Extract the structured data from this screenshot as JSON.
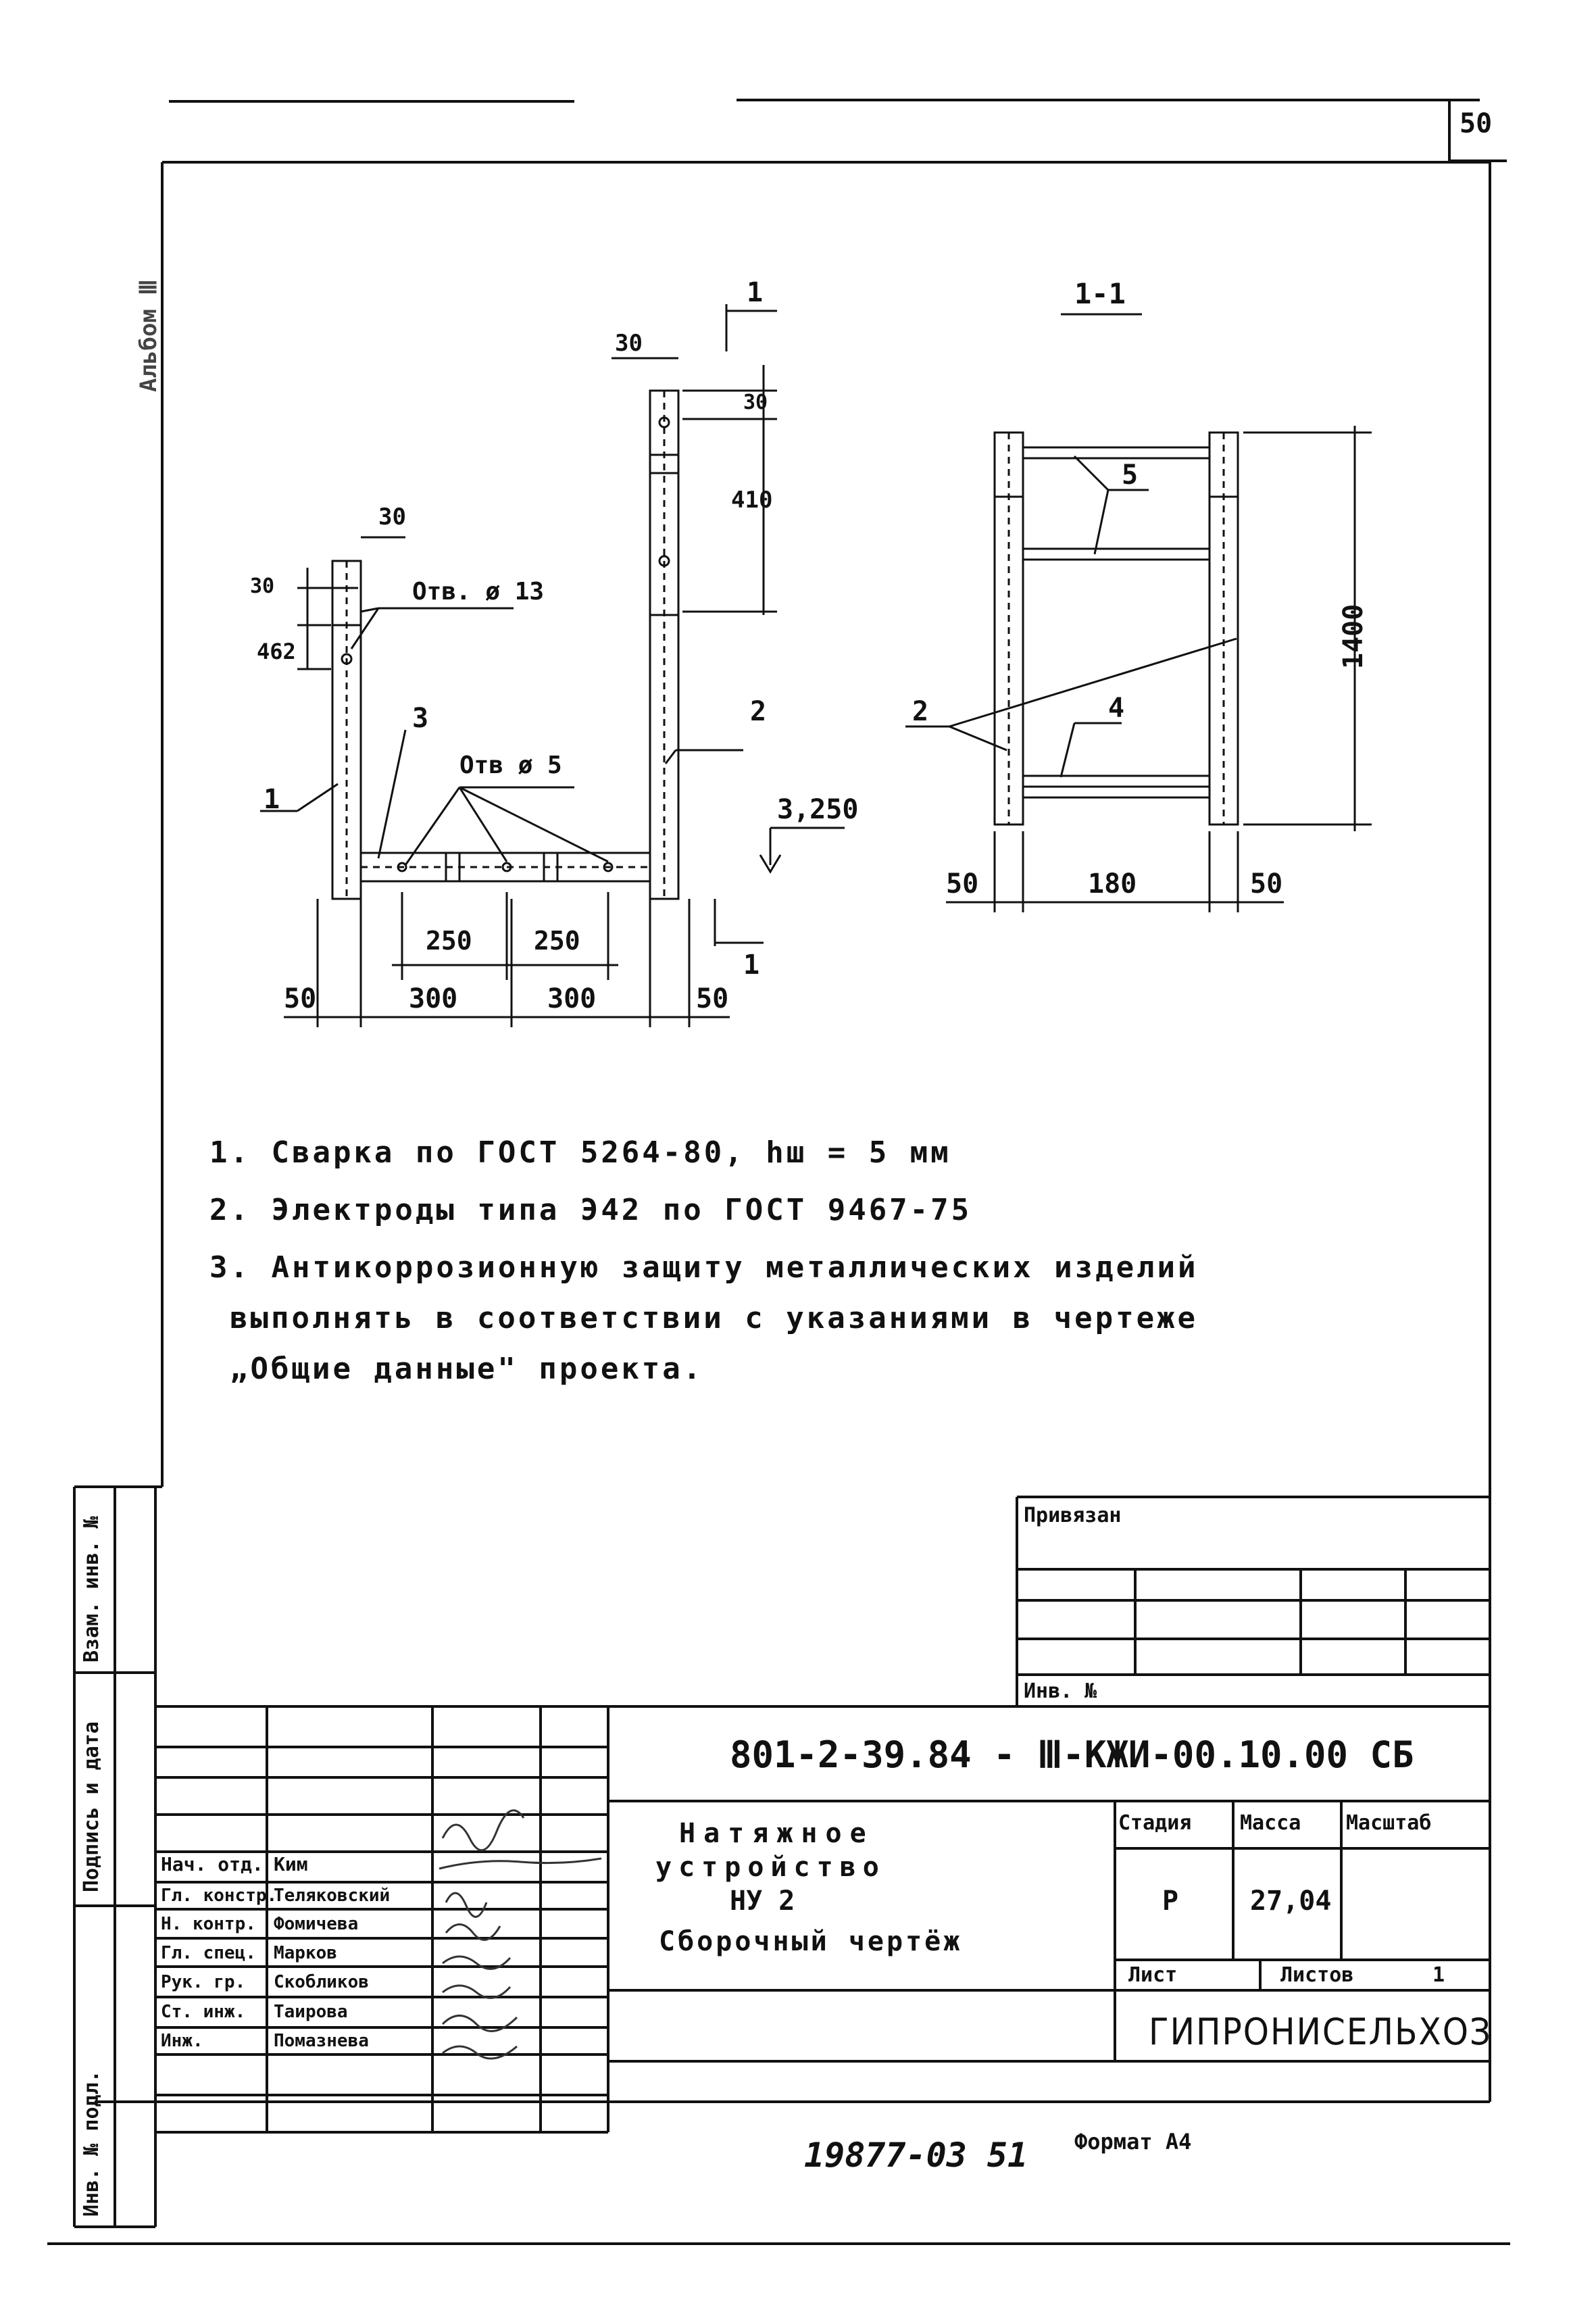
{
  "sheet_number": "50",
  "album_mark": "Альбом Ⅲ",
  "section_label": "1-1",
  "left_view": {
    "dims": {
      "top_col_width": "30",
      "top_col_offset": "30",
      "top_col_height": "410",
      "left_col_width": "30",
      "left_col_offset": "30",
      "left_col_height": "462",
      "spacing_1": "250",
      "spacing_2": "250",
      "bay_1": "300",
      "bay_2": "300",
      "edge_left": "50",
      "edge_right": "50",
      "elevation": "3,250"
    },
    "callouts": {
      "hole_13": "Отв. ø 13",
      "hole_5": "Отв ø 5",
      "pos_1": "1",
      "pos_2": "2",
      "pos_3": "3",
      "cut_top": "1",
      "cut_bottom": "1"
    }
  },
  "right_view": {
    "dims": {
      "height": "1400",
      "edge_left": "50",
      "middle": "180",
      "edge_right": "50"
    },
    "callouts": {
      "pos_2": "2",
      "pos_4": "4",
      "pos_5": "5"
    }
  },
  "notes": [
    "1. Сварка по ГОСТ 5264-80, hш = 5 мм",
    "2. Электроды типа Э42 по ГОСТ 9467-75",
    "3. Антикоррозионную защиту металлических изделий",
    "выполнять в соответствии с указаниями в чертеже",
    "„Общие данные\" проекта."
  ],
  "side_stamps": {
    "replaced": "Взам. инв. №",
    "signature_date": "Подпись и дата",
    "original_inv": "Инв. № подл."
  },
  "binding_block": {
    "title": "Привязан",
    "inv_label": "Инв. №"
  },
  "title_block": {
    "document_code": "801-2-39.84 - Ⅲ-КЖИ-00.10.00 СБ",
    "name_line_1": "Натяжное",
    "name_line_2": "устройство",
    "name_line_3": "НУ 2",
    "name_line_4": "Сборочный чертёж",
    "stage_label": "Стадия",
    "mass_label": "Масса",
    "scale_label": "Масштаб",
    "stage_value": "Р",
    "mass_value": "27,04",
    "sheet_label": "Лист",
    "sheets_label": "Листов",
    "sheets_value": "1",
    "organization": "ГИПРОНИСЕЛЬХОЗ",
    "roles": [
      {
        "role": "Нач. отд.",
        "name": "Ким"
      },
      {
        "role": "Гл. констр.",
        "name": "Теляковский"
      },
      {
        "role": "Н. контр.",
        "name": "Фомичева"
      },
      {
        "role": "Гл. спец.",
        "name": "Марков"
      },
      {
        "role": "Рук. гр.",
        "name": "Скобликов"
      },
      {
        "role": "Ст. инж.",
        "name": "Таирова"
      },
      {
        "role": "Инж.",
        "name": "Помазнева"
      }
    ]
  },
  "footer_code": "19877-03  51",
  "format_label": "Формат А4"
}
